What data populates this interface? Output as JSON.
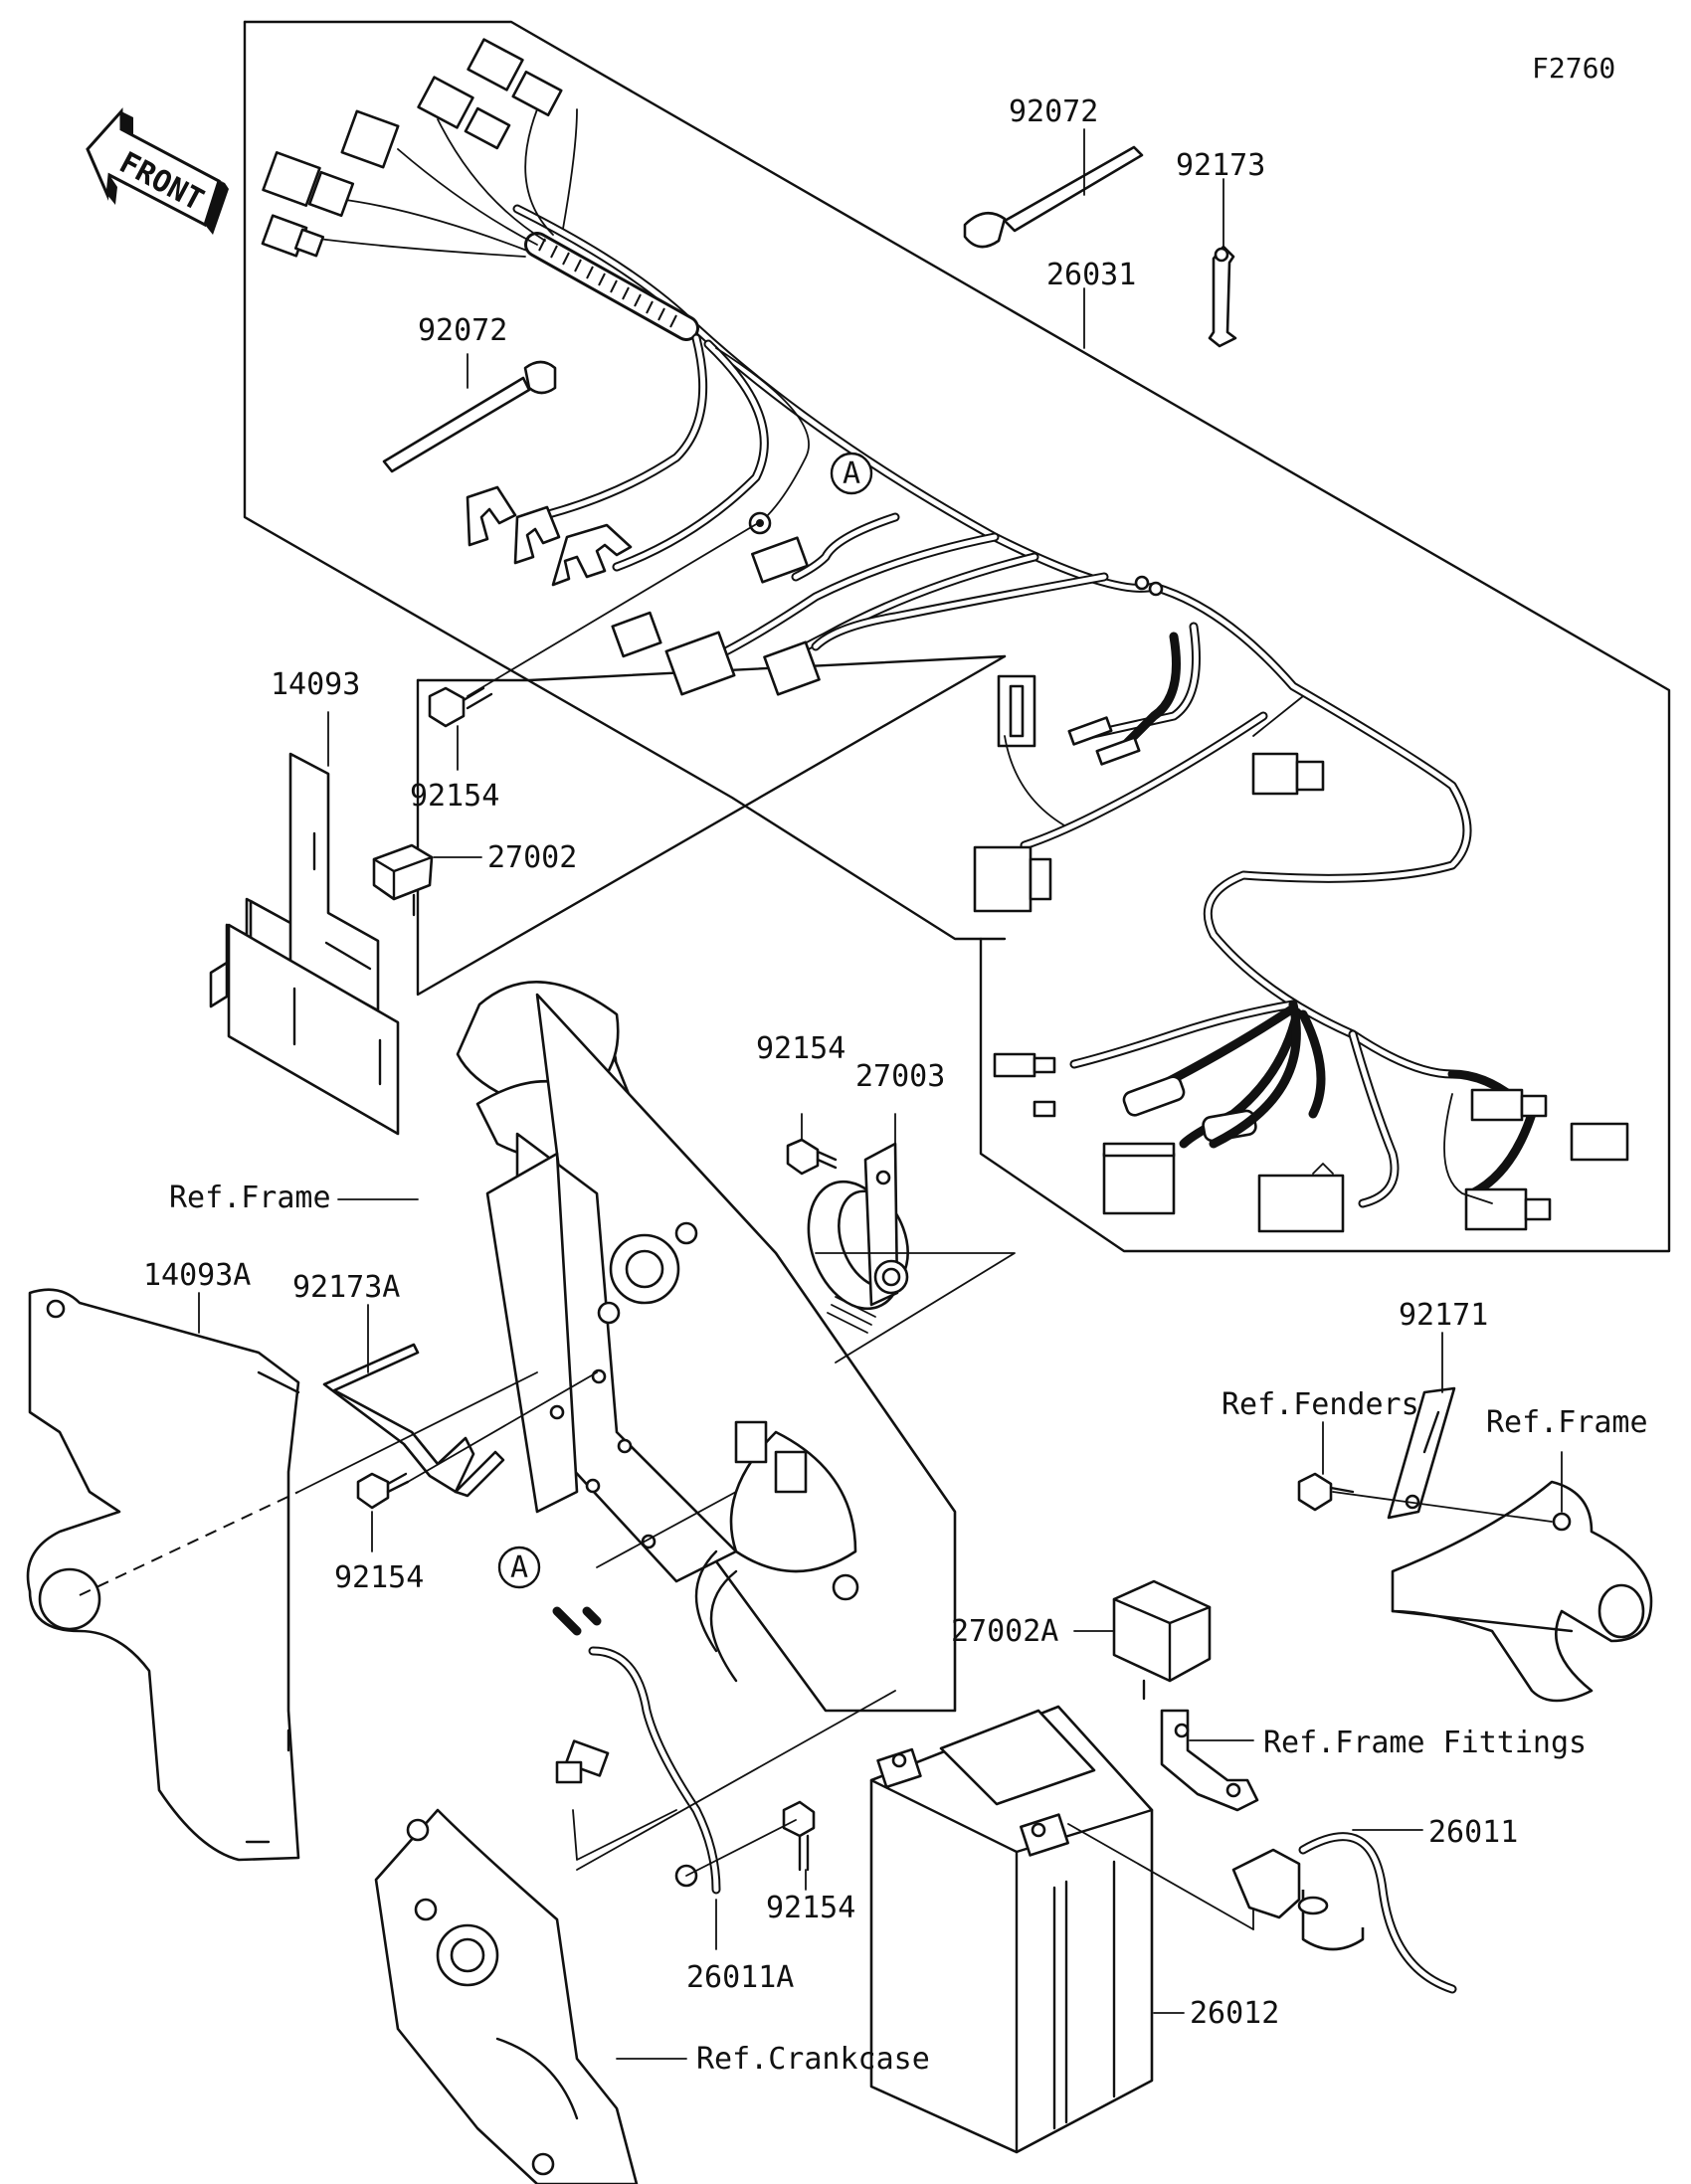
{
  "diagram": {
    "code": "F2760",
    "front_label": "FRONT",
    "callout_letter": "A",
    "labels": {
      "p92072_top": "92072",
      "p92173": "92173",
      "p26031": "26031",
      "p92072_left": "92072",
      "p14093": "14093",
      "p92154_a": "92154",
      "p27002": "27002",
      "p92154_b": "92154",
      "p27003": "27003",
      "ref_frame_a": "Ref.Frame",
      "p14093A": "14093A",
      "p92173A": "92173A",
      "p92154_c": "92154",
      "p92171": "92171",
      "ref_fenders": "Ref.Fenders",
      "ref_frame_b": "Ref.Frame",
      "p27002A": "27002A",
      "ref_frame_fittings": "Ref.Frame Fittings",
      "p26011": "26011",
      "p92154_d": "92154",
      "p26011A": "26011A",
      "p26012": "26012",
      "ref_crankcase": "Ref.Crankcase"
    }
  }
}
